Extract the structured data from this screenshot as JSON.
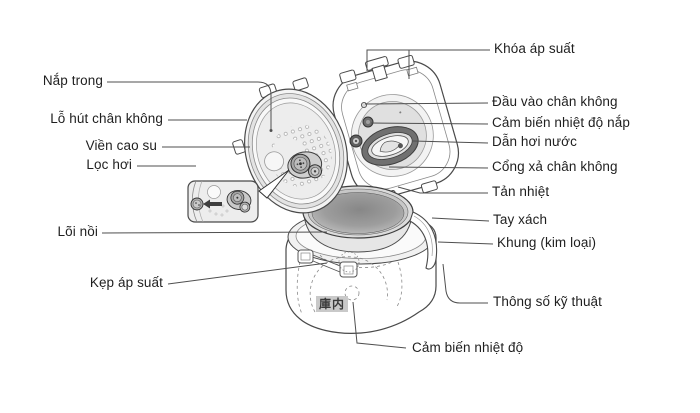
{
  "diagram": {
    "labels": {
      "nap_trong": "Nắp trong",
      "lo_hut_chan_khong": "Lỗ hút chân không",
      "vien_cao_su": "Viền cao su",
      "loc_hoi": "Lọc hơi",
      "loi_noi": "Lõi nồi",
      "kep_ap_suat": "Kẹp áp suất",
      "khoa_ap_suat": "Khóa áp suất",
      "dau_vao_chan_khong": "Đầu vào chân không",
      "cam_bien_nhiet_do_nap": "Cảm biến nhiệt độ nắp",
      "dan_hoi_nuoc": "Dẫn hơi nước",
      "cong_xa_chan_khong": "Cổng xả chân không",
      "tan_nhiet": "Tản nhiệt",
      "tay_xach": "Tay xách",
      "khung_kim_loai": "Khung (kim loại)",
      "thong_so_ky_thuat": "Thông số kỹ thuật",
      "cam_bien_nhiet_do": "Cảm biến nhiệt độ"
    },
    "body_tag": "庫内",
    "colors": {
      "line": "#4a4a4a",
      "label_text": "#1f1f1f",
      "tag_background": "#c9c9c9",
      "background": "#ffffff"
    }
  }
}
